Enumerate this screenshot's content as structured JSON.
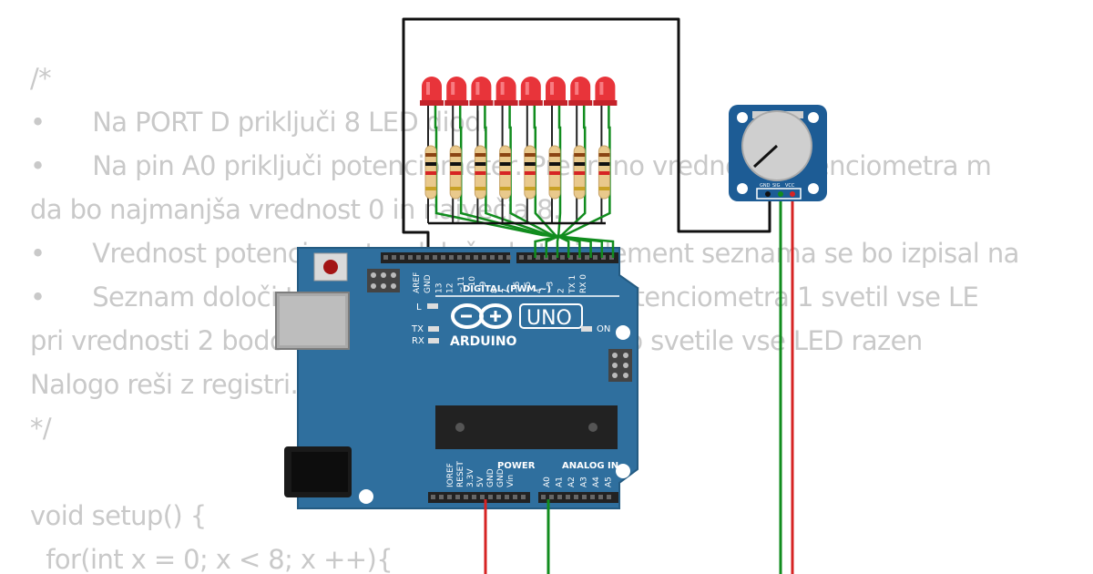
{
  "code": {
    "lines": [
      "/*",
      "•      Na PORT D priključi 8 LED diod.",
      "•      Na pin A0 priključi potenciometer. Prebrano vrednost potenciometra m",
      "da bo najmanjša vrednost 0 in največja 8.",
      "•      Vrednost potenciometra določa, kateri element seznama se bo izpisal na",
      "•      Seznam določi tako, da bo pri vrednosti potenciometra 1 svetil vse LE",
      "pri vrednosti 2 bodo svetile LED od 2, pri 3 bodo svetile vse LED razen",
      "Nalogo reši z registri.",
      "*/",
      "",
      "void setup() {",
      "  for(int x = 0; x < 8; x ++){"
    ]
  },
  "board": {
    "brand": "ARDUINO",
    "model": "UNO",
    "digital_header_label": "DIGITAL (PWM ~)",
    "power_label": "POWER",
    "analog_label": "ANALOG IN",
    "on_label": "ON",
    "l_label": "L",
    "tx_label": "TX",
    "rx_label": "RX",
    "digital_pins": [
      "AREF",
      "GND",
      "13",
      "12",
      "~11",
      "~10",
      "~9",
      "8",
      "7",
      "~6",
      "~5",
      "4",
      "~3",
      "2",
      "TX 1",
      "RX 0"
    ],
    "power_pins": [
      "IOREF",
      "RESET",
      "3.3V",
      "5V",
      "GND",
      "GND",
      "Vin"
    ],
    "analog_pins": [
      "A0",
      "A1",
      "A2",
      "A3",
      "A4",
      "A5"
    ]
  },
  "potentiometer": {
    "pin_labels": [
      "GND",
      "SIG",
      "VCC"
    ]
  },
  "leds": {
    "count": 8,
    "color": "#e8343a"
  },
  "colors": {
    "board_blue": "#2f6f9e",
    "wire_green": "#118c1e",
    "wire_red": "#d62424",
    "wire_black": "#111111",
    "module_blue": "#1d5c95"
  }
}
